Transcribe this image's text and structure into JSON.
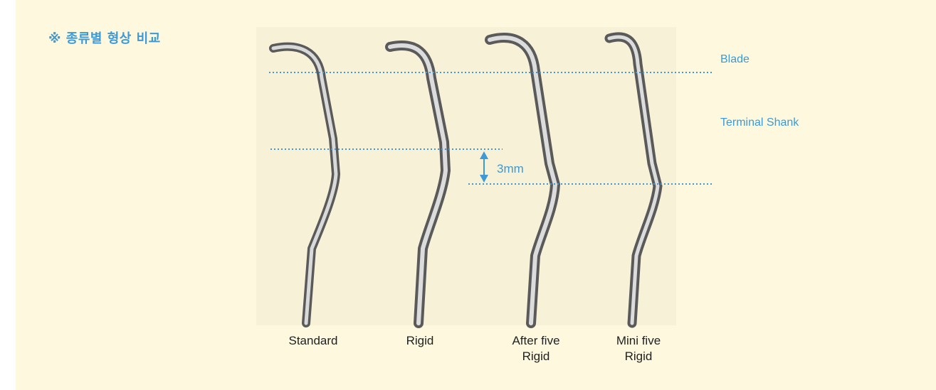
{
  "heading": "※ 종류별 형상 비교",
  "labels": {
    "blade": "Blade",
    "terminal_shank": "Terminal Shank",
    "offset": "3mm"
  },
  "instruments": [
    {
      "line1": "Standard",
      "line2": ""
    },
    {
      "line1": "Rigid",
      "line2": ""
    },
    {
      "line1": "After five",
      "line2": "Rigid"
    },
    {
      "line1": "Mini five",
      "line2": "Rigid"
    }
  ],
  "colors": {
    "background": "#fdf8de",
    "accent": "#3d9ad6",
    "caption": "#222222"
  }
}
